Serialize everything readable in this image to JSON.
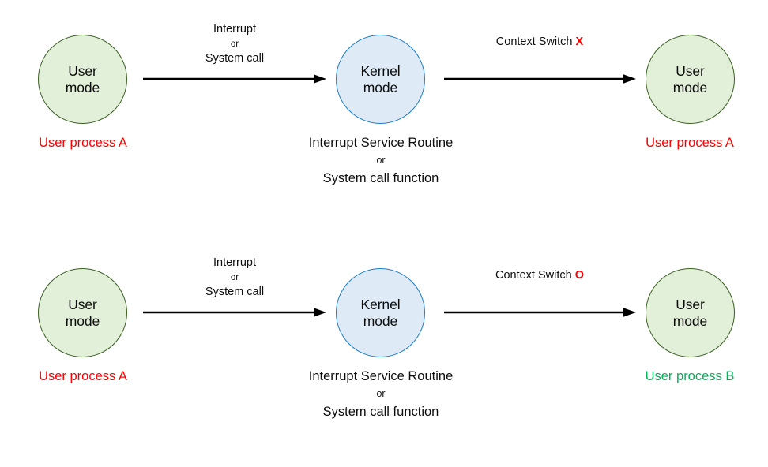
{
  "diagram": {
    "title": "User mode / Kernel mode transition with context switch",
    "colors": {
      "user_node_fill": "#e2efd9",
      "user_node_stroke": "#3a5f22",
      "kernel_node_fill": "#deebf7",
      "kernel_node_stroke": "#1f7ec4",
      "arrow": "#000000",
      "process_a_text": "#ff0000",
      "process_b_text": "#00b259",
      "body_text": "#0d0d0d",
      "background": "#ffffff"
    },
    "rows": [
      {
        "id": "row-no-context-switch",
        "nodes": [
          {
            "id": "user-mode-left",
            "kind": "user",
            "line1": "User",
            "line2": "mode",
            "caption": {
              "text": "User process A",
              "color": "red"
            }
          },
          {
            "id": "kernel-mode",
            "kind": "kernel",
            "line1": "Kernel",
            "line2": "mode",
            "caption": {
              "line1": "Interrupt Service Routine",
              "connector": "or",
              "line2": "System call function"
            }
          },
          {
            "id": "user-mode-right",
            "kind": "user",
            "line1": "User",
            "line2": "mode",
            "caption": {
              "text": "User process A",
              "color": "red"
            }
          }
        ],
        "edges": [
          {
            "id": "edge-interrupt",
            "line1": "Interrupt",
            "connector": "or",
            "line2": "System call"
          },
          {
            "id": "edge-context-switch",
            "text": "Context Switch",
            "mark": "X",
            "mark_color": "#ff0000"
          }
        ]
      },
      {
        "id": "row-with-context-switch",
        "nodes": [
          {
            "id": "user-mode-left",
            "kind": "user",
            "line1": "User",
            "line2": "mode",
            "caption": {
              "text": "User process A",
              "color": "red"
            }
          },
          {
            "id": "kernel-mode",
            "kind": "kernel",
            "line1": "Kernel",
            "line2": "mode",
            "caption": {
              "line1": "Interrupt Service Routine",
              "connector": "or",
              "line2": "System call function"
            }
          },
          {
            "id": "user-mode-right",
            "kind": "user",
            "line1": "User",
            "line2": "mode",
            "caption": {
              "text": "User process B",
              "color": "green"
            }
          }
        ],
        "edges": [
          {
            "id": "edge-interrupt",
            "line1": "Interrupt",
            "connector": "or",
            "line2": "System call"
          },
          {
            "id": "edge-context-switch",
            "text": "Context Switch",
            "mark": "O",
            "mark_color": "#ff0000"
          }
        ]
      }
    ]
  }
}
